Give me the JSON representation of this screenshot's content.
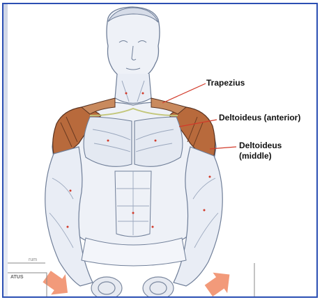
{
  "labels": {
    "trapezius": "Trapezius",
    "deltoid_anterior": "Deltoideus (anterior)",
    "deltoid_middle_line1": "Deltoideus",
    "deltoid_middle_line2": "(middle)"
  },
  "corner_text": {
    "fragment_top": "rum",
    "fragment_box": "ATUS"
  },
  "colors": {
    "frame": "#2b4fb3",
    "leader_line": "#d23a2a",
    "muscle_highlight": "#b86a3c",
    "arrow": "#f29a7a",
    "skin_sketch": "#c9d3e3"
  }
}
